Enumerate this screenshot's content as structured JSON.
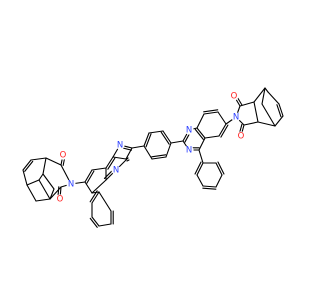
{
  "colors": {
    "background": "#ffffff",
    "bond": "#000000",
    "nitrogen": "#2b3fff",
    "oxygen": "#ff1f1f"
  },
  "atoms": {
    "n_left_imide": "N",
    "o_left_upper": "O",
    "o_left_lower": "O",
    "n_left_quinaz_1": "N",
    "n_left_quinaz_2": "N",
    "n_right_quinaz_1": "N",
    "n_right_quinaz_2": "N",
    "n_right_imide": "N",
    "o_right_upper": "O",
    "o_right_lower": "O"
  }
}
